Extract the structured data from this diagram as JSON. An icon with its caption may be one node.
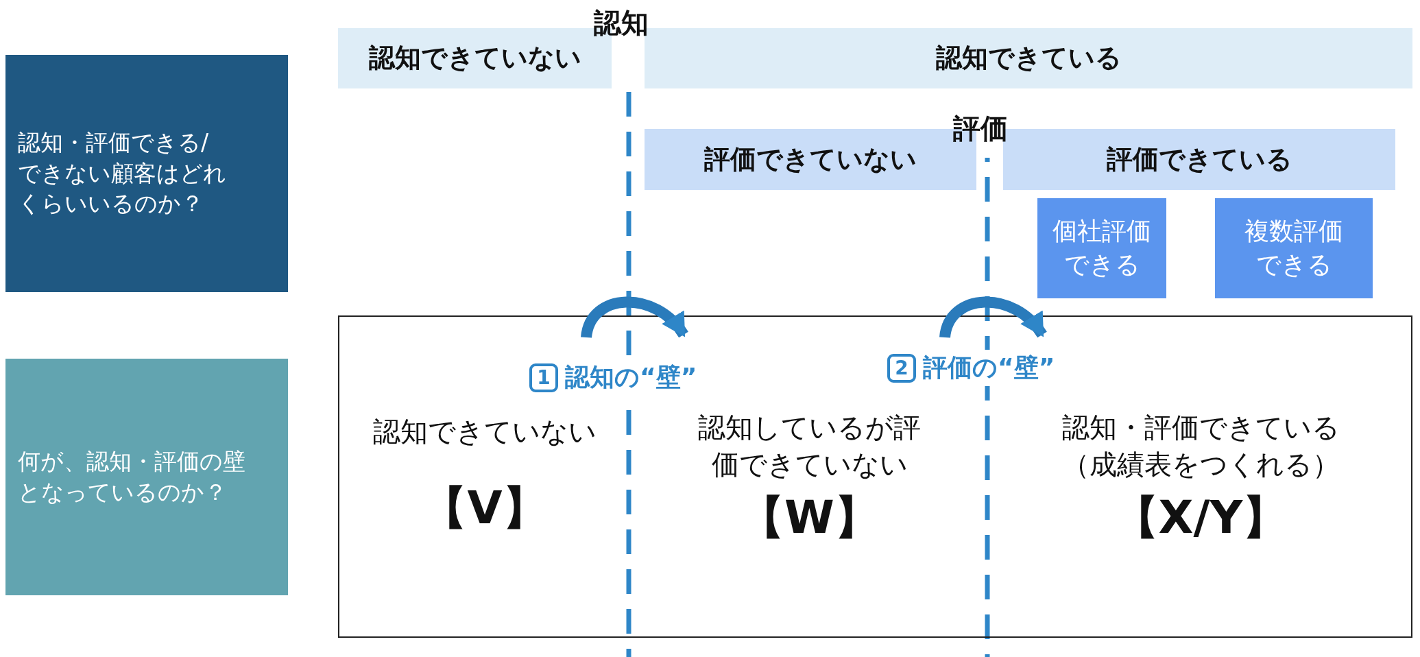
{
  "diagram": {
    "nodes": [
      {
        "text": [
          "認知・評価できる/できない顧客はどれくらいいるのか？"
        ]
      },
      {
        "text": [
          "認知できていない"
        ]
      },
      {
        "text": [
          "認知できている"
        ]
      },
      {
        "text": [
          "評価できていない"
        ]
      },
      {
        "text": [
          "評価できている"
        ]
      },
      {
        "text": [
          "個社評価できる"
        ]
      },
      {
        "text": [
          "複数評価できる"
        ]
      },
      {
        "text": [
          "何が、認知・評価の壁となっているのか？"
        ]
      },
      {
        "text": [],
        "shape": "box"
      },
      {
        "text": [
          "認知できていない",
          "【V】"
        ],
        "in": 8
      },
      {
        "text": [
          "認知しているが評価できていない",
          "【W】"
        ],
        "in": 8
      },
      {
        "text": [
          "認知・評価できている（成績表をつくれる）",
          "【X/Y】"
        ],
        "in": 8
      }
    ],
    "labels": [
      "認知",
      "評価",
      "1",
      "認知の“壁”",
      "2",
      "評価の“壁”"
    ]
  }
}
